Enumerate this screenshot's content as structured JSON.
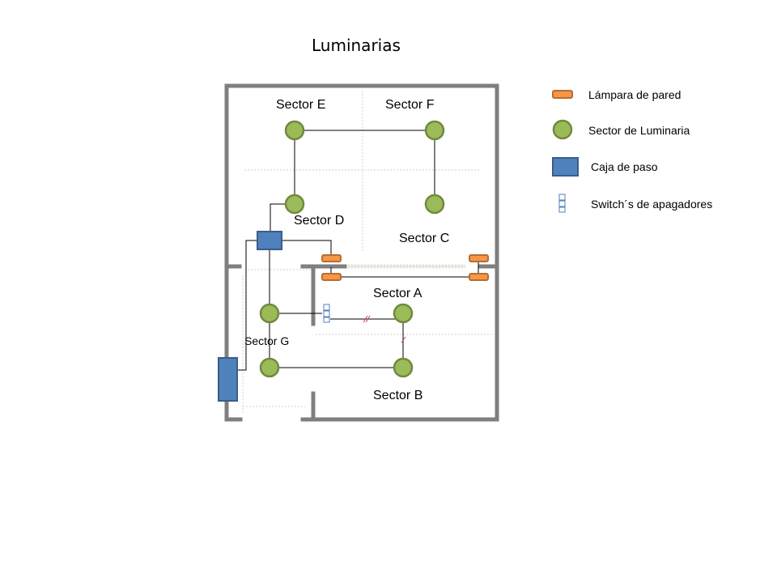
{
  "title": "Luminarias",
  "sectors": {
    "e": "Sector E",
    "f": "Sector F",
    "d": "Sector D",
    "c": "Sector C",
    "a": "Sector A",
    "g": "Sector G",
    "b": "Sector B"
  },
  "legend": {
    "lamp": "Lámpara de pared",
    "luminaire": "Sector de Luminaria",
    "box": "Caja de paso",
    "switch": "Switch´s de apagadores"
  },
  "colors": {
    "wall": "#7f7f7f",
    "luminaire_fill": "#9bbb59",
    "box_fill": "#4f81bd",
    "lamp_fill": "#f79646"
  }
}
